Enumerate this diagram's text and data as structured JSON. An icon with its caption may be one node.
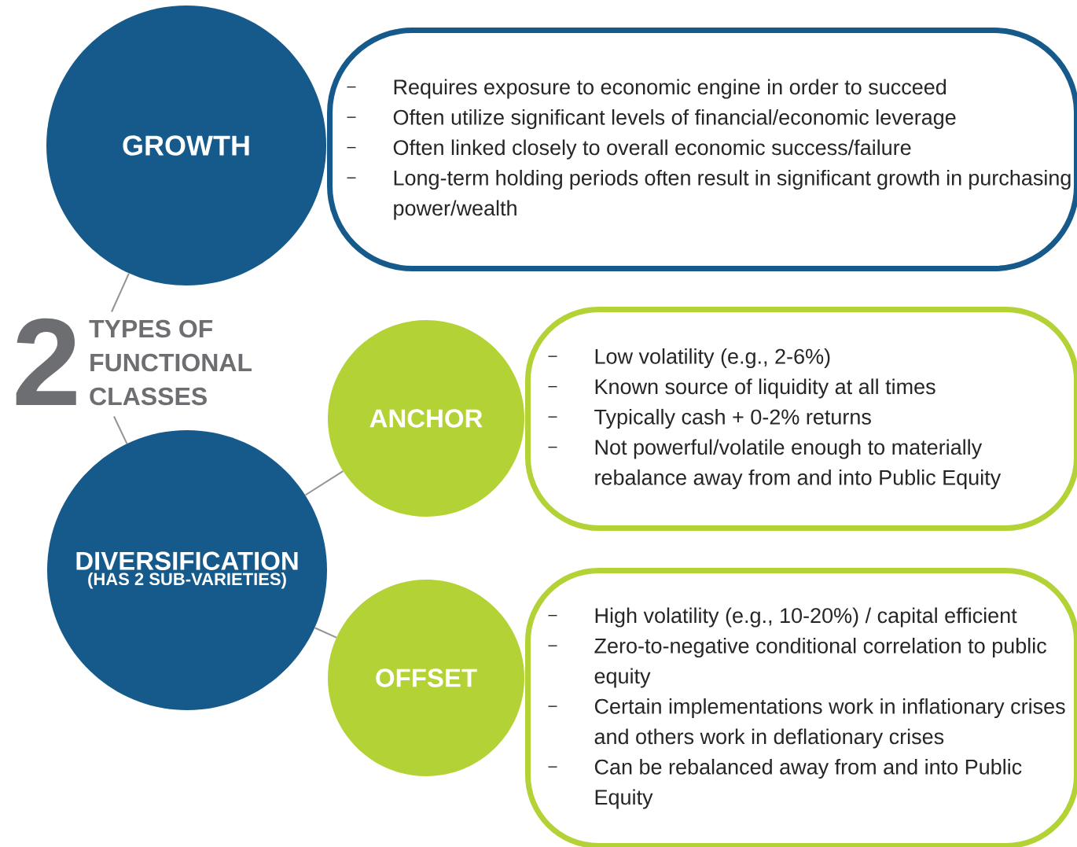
{
  "diagram": {
    "nodes": [
      {
        "text": [
          "GROWTH"
        ]
      },
      {
        "text": [
          "Requires exposure to economic engine in order to succeed",
          "Often utilize significant levels of financial/economic leverage",
          "Often linked closely to overall economic success/failure",
          "Long-term holding periods often result in significant growth in purchasing power/wealth"
        ]
      },
      {
        "text": [
          "2",
          "TYPES OF FUNCTIONAL CLASSES"
        ]
      },
      {
        "text": [
          "DIVERSIFICATION",
          "(HAS 2 SUB-VARIETIES)"
        ]
      },
      {
        "text": [
          "ANCHOR"
        ]
      },
      {
        "text": [
          "Low volatility (e.g., 2-6%)",
          "Known source of liquidity at all times",
          "Typically cash + 0-2% returns",
          "Not powerful/volatile enough to materially rebalance away from and into Public Equity"
        ]
      },
      {
        "text": [
          "OFFSET"
        ]
      },
      {
        "text": [
          "High volatility (e.g., 10-20%) / capital efficient",
          "Zero-to-negative conditional correlation to public equity",
          "Certain implementations work in inflationary crises and others work in deflationary crises",
          "Can be rebalanced away from and into Public Equity"
        ]
      }
    ],
    "edges": [
      {
        "from": 2,
        "to": 0,
        "arrow": "none"
      },
      {
        "from": 2,
        "to": 3,
        "arrow": "none"
      },
      {
        "from": 3,
        "to": 4,
        "arrow": "none"
      },
      {
        "from": 3,
        "to": 6,
        "arrow": "none"
      }
    ]
  }
}
